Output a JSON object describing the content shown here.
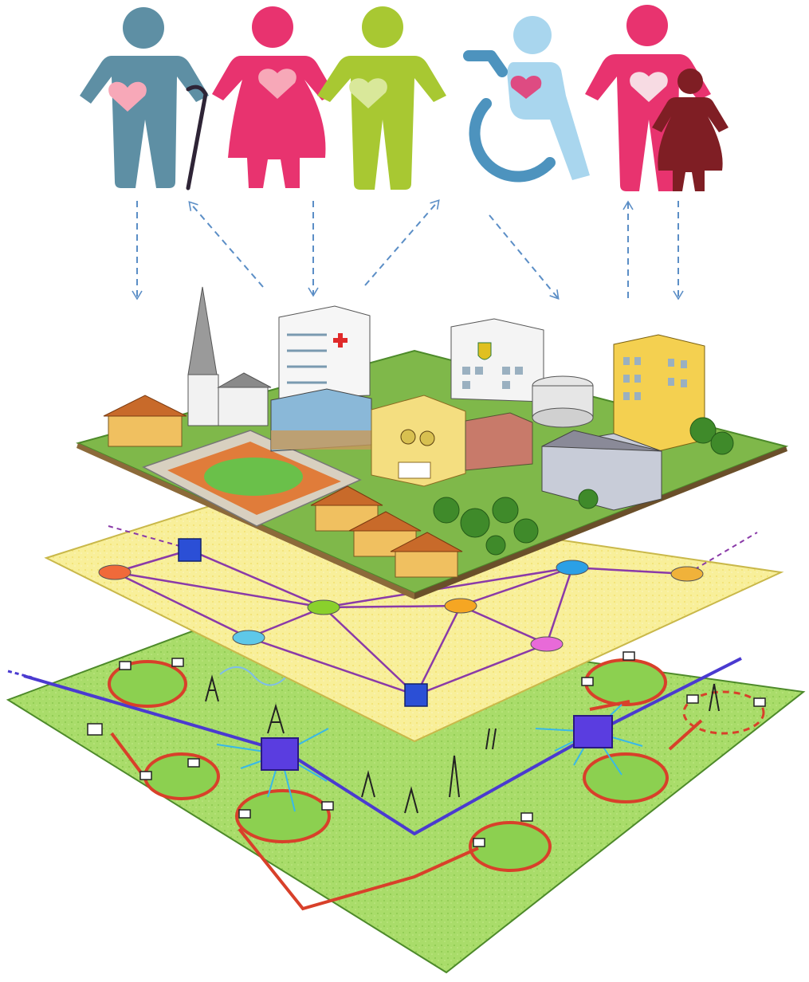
{
  "colors": {
    "elderly": "#5e8fa4",
    "pregnant": "#e8336f",
    "adult": "#a8c832",
    "wheelchair_user": "#a9d6ee",
    "wheelchair_frame": "#4d93be",
    "parent": "#e8336f",
    "child": "#7f1e24",
    "heart": "#f7a8b8",
    "arrow": "#5b8ec6",
    "city_ground": "#7fb84a",
    "network_layer": "#f8ef9a",
    "network_link": "#8a3aa8",
    "infrastructure_layer": "#a9dc6a",
    "backbone": "#4a3ad0",
    "access_ring": "#d8402a",
    "wireless_link": "#38b8e8"
  },
  "people": [
    {
      "name": "elderly-person-with-cane",
      "icon": "elderly-person-icon"
    },
    {
      "name": "pregnant-woman",
      "icon": "pregnant-woman-icon"
    },
    {
      "name": "adult",
      "icon": "adult-person-icon"
    },
    {
      "name": "wheelchair-user",
      "icon": "wheelchair-user-icon"
    },
    {
      "name": "parent-with-child",
      "icon": "parent-with-child-icon"
    }
  ],
  "arrows": [
    {
      "name": "arrow-down-1",
      "direction": "down"
    },
    {
      "name": "arrow-up-1",
      "direction": "up"
    },
    {
      "name": "arrow-down-2",
      "direction": "down"
    },
    {
      "name": "arrow-up-2",
      "direction": "up"
    },
    {
      "name": "arrow-down-3",
      "direction": "down"
    },
    {
      "name": "arrow-up-3",
      "direction": "up"
    },
    {
      "name": "arrow-down-4",
      "direction": "down"
    }
  ],
  "layers": [
    {
      "name": "city-layer",
      "icon": "city-icon"
    },
    {
      "name": "network-layer",
      "icon": "network-graph-icon"
    },
    {
      "name": "infrastructure-layer",
      "icon": "telecom-infrastructure-icon"
    }
  ],
  "network_nodes": [
    "#f06a3a",
    "#2b6fd6",
    "#f3b23a",
    "#8ad02c",
    "#f5a623",
    "#5ec8e8",
    "#e86ad8",
    "#f0b23a"
  ]
}
